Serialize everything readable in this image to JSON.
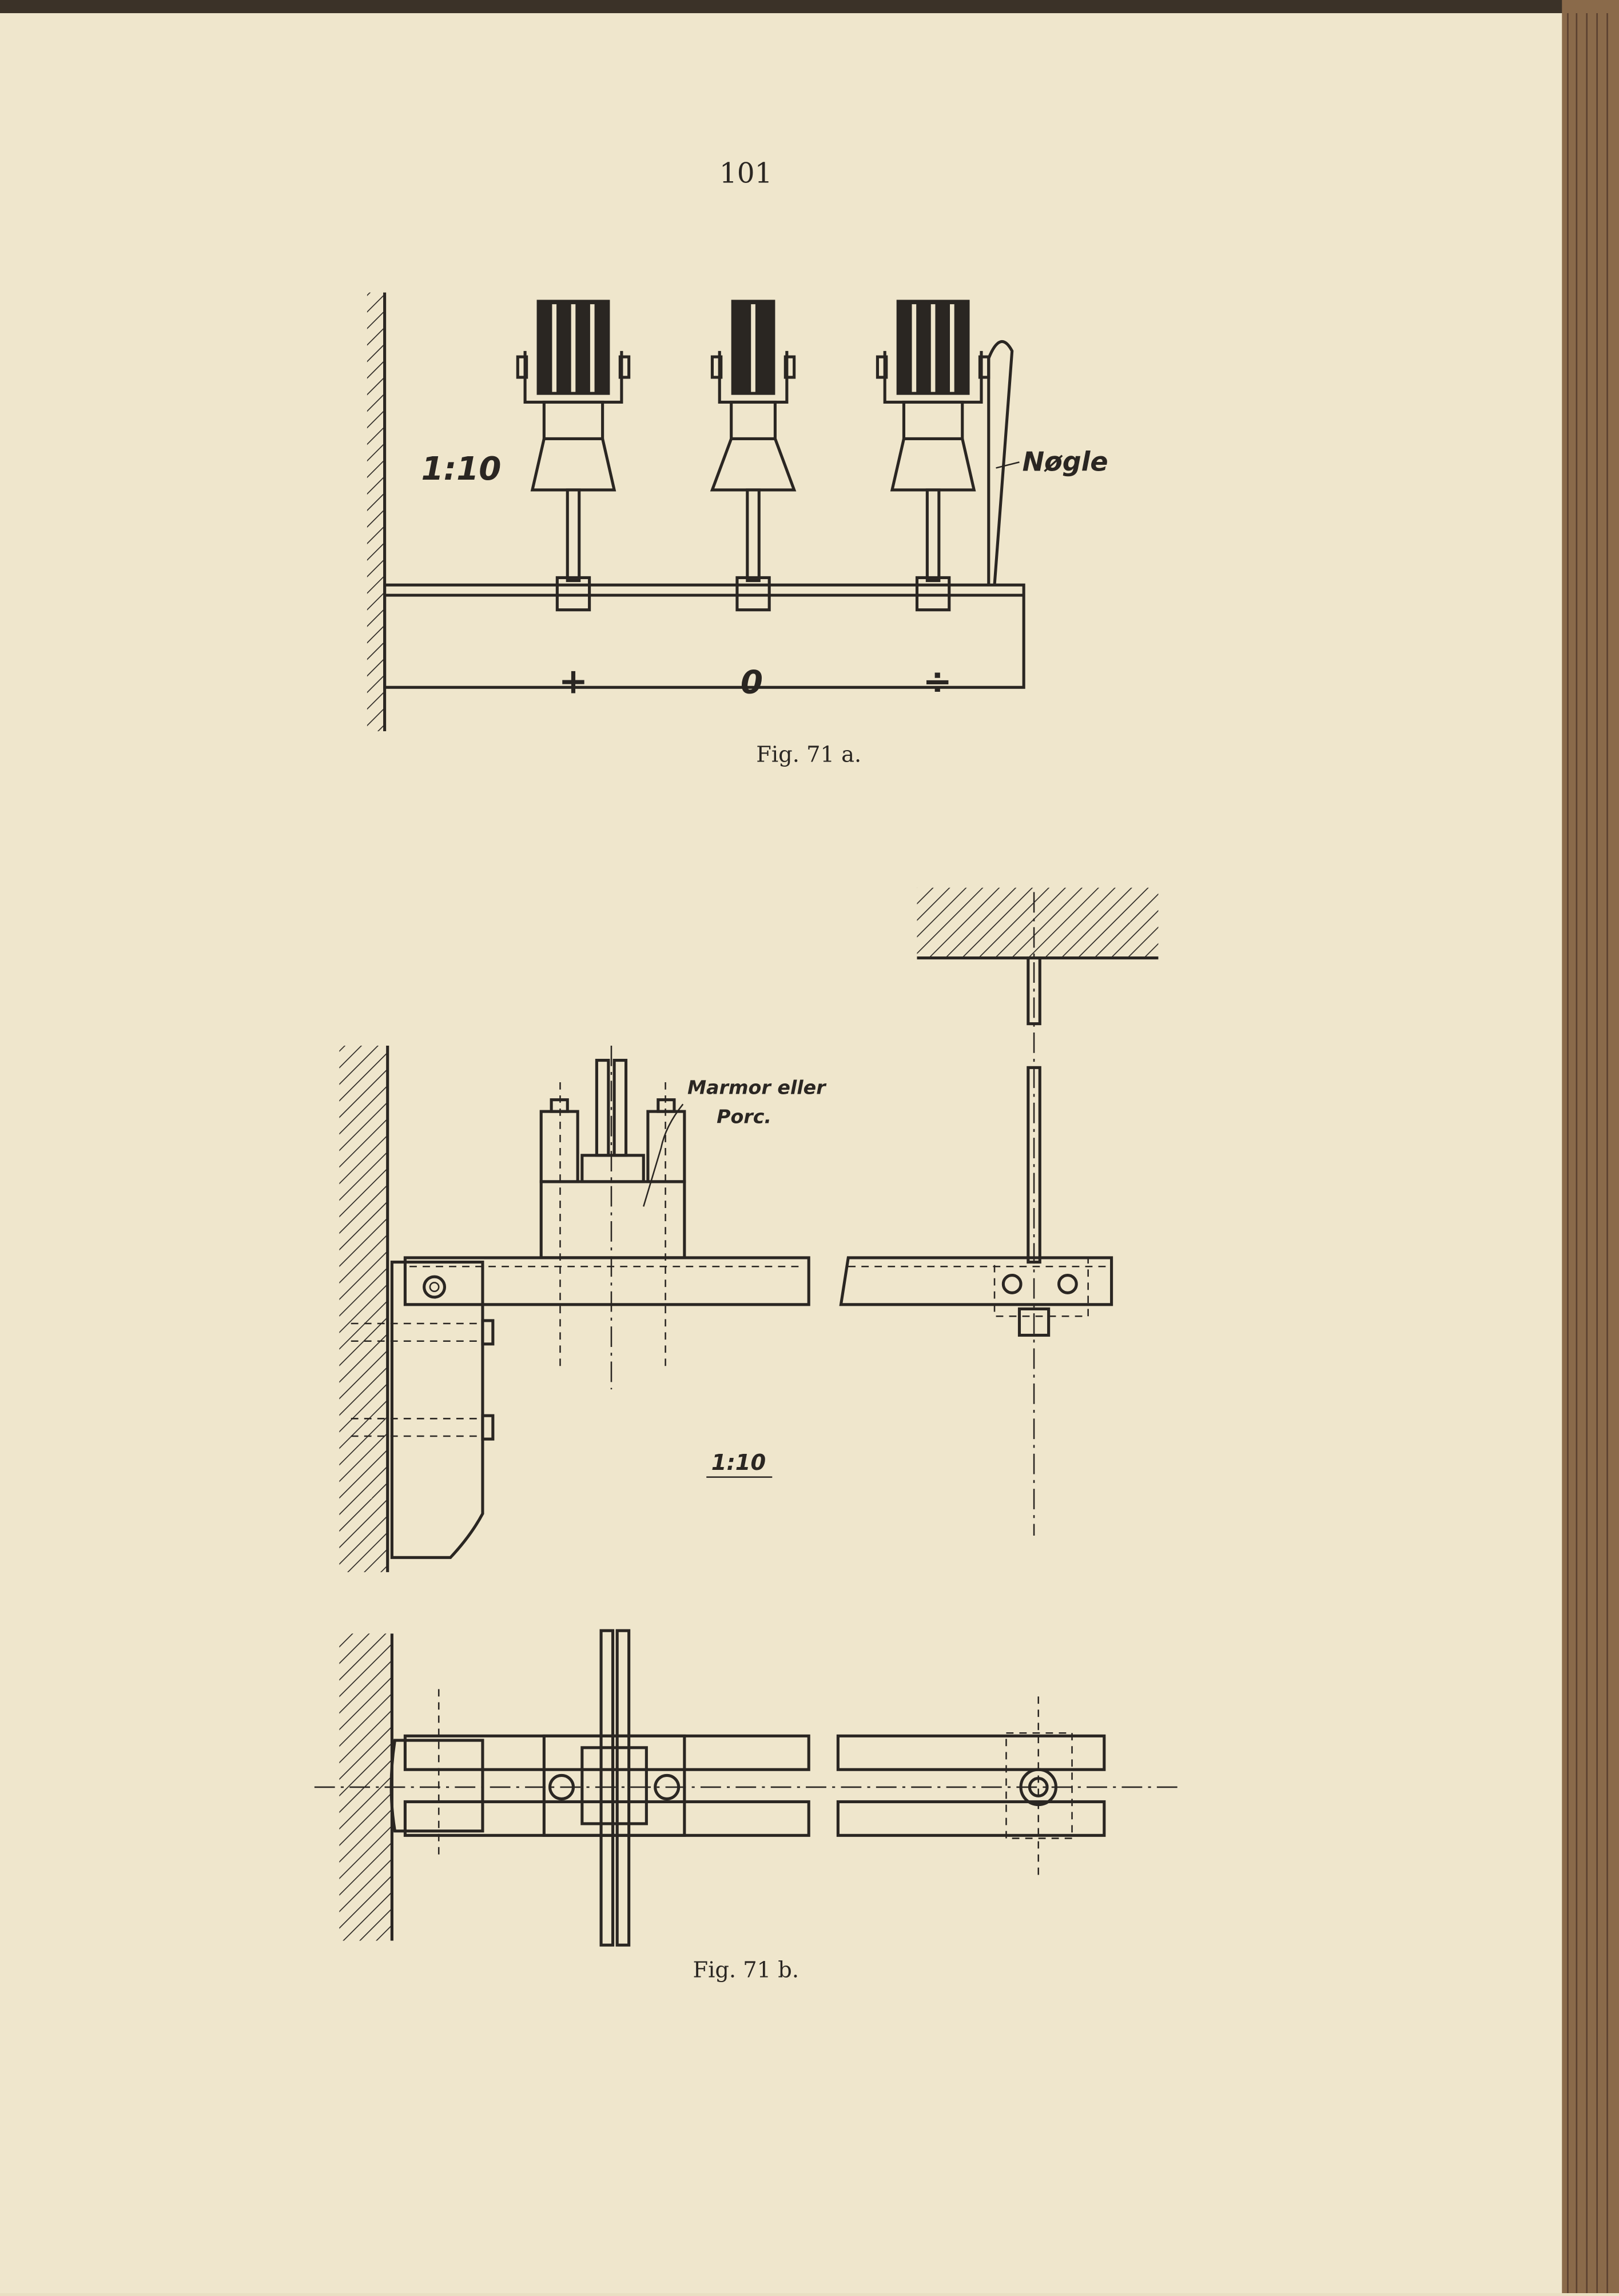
{
  "page": {
    "number": "101",
    "paper_color": "#efe6cc",
    "ink_color": "#2a2622"
  },
  "figure_a": {
    "scale": "1:10",
    "key_label": "Nøgle",
    "terminal_labels": [
      "+",
      "0",
      "÷"
    ],
    "caption": "Fig. 71 a."
  },
  "figure_b": {
    "material_label_line1": "Marmor eller",
    "material_label_line2": "Porc.",
    "scale": "1:10",
    "caption": "Fig. 71 b."
  }
}
